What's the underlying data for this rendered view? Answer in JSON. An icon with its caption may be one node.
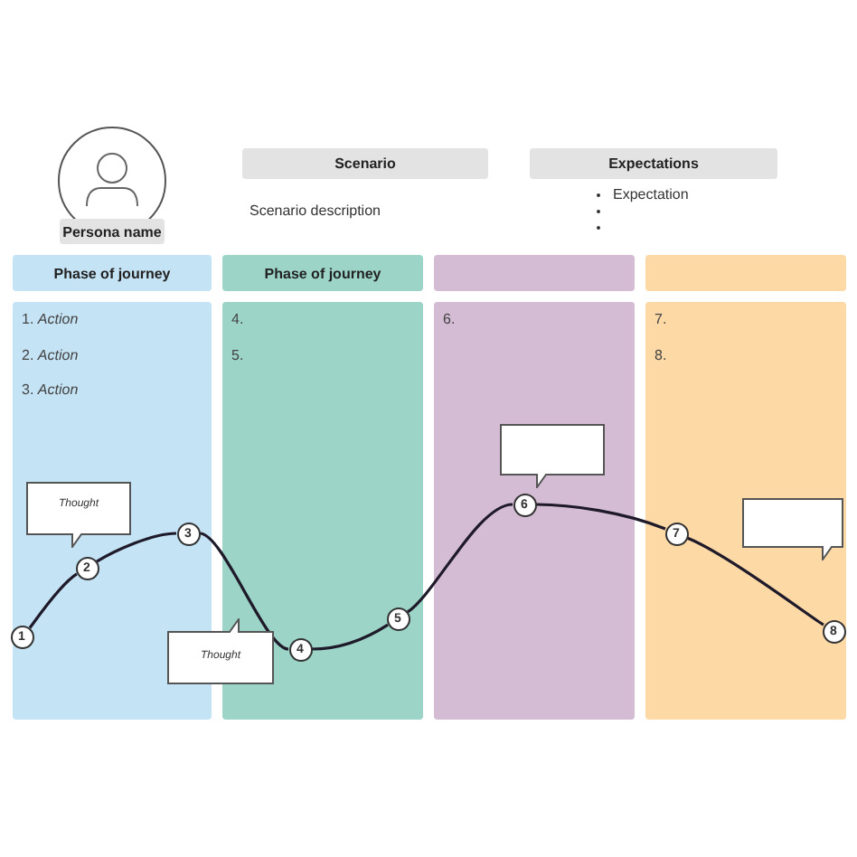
{
  "diagram": {
    "nodes": [
      {
        "text": [
          "Persona name"
        ]
      },
      {
        "text": [
          "Scenario"
        ]
      },
      {
        "text": [
          "Expectations"
        ]
      },
      {
        "text": [
          "Phase of journey"
        ]
      },
      {
        "text": [
          "Phase of journey"
        ]
      },
      {
        "text": [],
        "shape": "box"
      },
      {
        "text": [],
        "shape": "box"
      },
      {
        "text": [
          "1. *Action*",
          "2. *Action*",
          "3. *Action*"
        ]
      },
      {
        "text": [
          "4.",
          "5."
        ]
      },
      {
        "text": [
          "6."
        ]
      },
      {
        "text": [
          "7.",
          "8."
        ]
      },
      {
        "text": [],
        "shape": "bubble",
        "in": 9
      },
      {
        "text": [
          "Thought"
        ],
        "in": 7
      },
      {
        "text": [],
        "shape": "bubble",
        "in": 10
      },
      {
        "text": [
          "Thought"
        ]
      },
      {
        "text": [
          "1"
        ],
        "in": 7
      },
      {
        "text": [
          "2"
        ],
        "in": 7
      },
      {
        "text": [
          "3"
        ],
        "in": 7
      },
      {
        "text": [
          "4"
        ],
        "in": 8
      },
      {
        "text": [
          "5"
        ],
        "in": 8
      },
      {
        "text": [
          "6"
        ],
        "in": 9
      },
      {
        "text": [
          "7"
        ],
        "in": 10
      },
      {
        "text": [
          "8"
        ],
        "in": 10
      }
    ],
    "edges": [
      {
        "from": 15,
        "to": 16,
        "arrow": "none"
      },
      {
        "from": 16,
        "to": 17,
        "arrow": "none"
      },
      {
        "from": 17,
        "to": 18,
        "arrow": "none"
      },
      {
        "from": 18,
        "to": 19,
        "arrow": "none"
      },
      {
        "from": 19,
        "to": 20,
        "arrow": "none"
      },
      {
        "from": 20,
        "to": 21,
        "arrow": "none"
      },
      {
        "from": 21,
        "to": 22,
        "arrow": "none"
      }
    ],
    "labels": [
      "Scenario description",
      "Expectation"
    ]
  }
}
